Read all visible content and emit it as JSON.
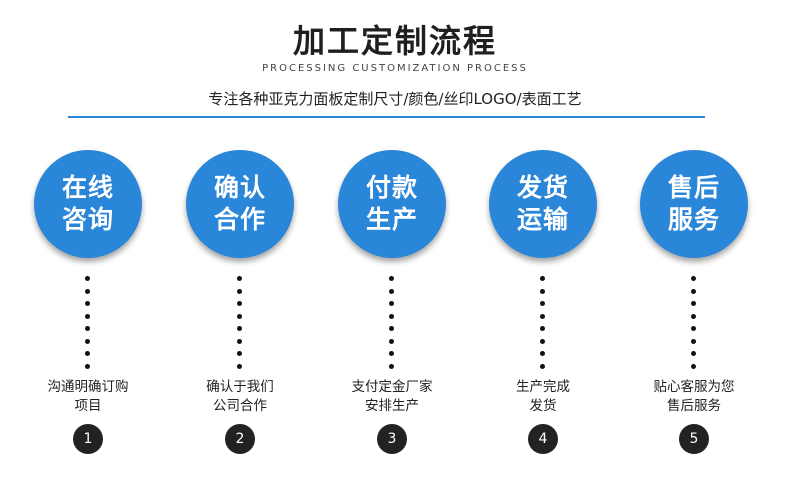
{
  "header": {
    "title": "加工定制流程",
    "subtitle_en": "PROCESSING CUSTOMIZATION PROCESS",
    "description": "专注各种亚克力面板定制尺寸/颜色/丝印LOGO/表面工艺"
  },
  "colors": {
    "accent": "#2a86d8",
    "number_badge": "#222222"
  },
  "steps": [
    {
      "circle": [
        "在线",
        "咨询"
      ],
      "label": [
        "沟通明确订购",
        "项目"
      ],
      "number": "1"
    },
    {
      "circle": [
        "确认",
        "合作"
      ],
      "label": [
        "确认于我们",
        "公司合作"
      ],
      "number": "2"
    },
    {
      "circle": [
        "付款",
        "生产"
      ],
      "label": [
        "支付定金厂家",
        "安排生产"
      ],
      "number": "3"
    },
    {
      "circle": [
        "发货",
        "运输"
      ],
      "label": [
        "生产完成",
        "发货"
      ],
      "number": "4"
    },
    {
      "circle": [
        "售后",
        "服务"
      ],
      "label": [
        "贴心客服为您",
        "售后服务"
      ],
      "number": "5"
    }
  ]
}
